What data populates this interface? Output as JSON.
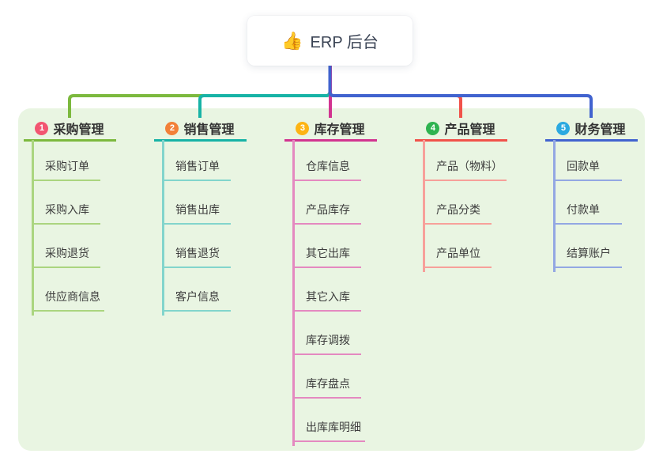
{
  "root": {
    "icon": "👍",
    "label": "ERP 后台"
  },
  "canvas": {
    "bg": "#ffffff",
    "panel_bg": "#e9f5e2",
    "root_text_color": "#3a4354"
  },
  "branches": [
    {
      "num": "1",
      "label": "采购管理",
      "badge_color": "#f25571",
      "color": "#7cb93e",
      "light_color": "#abd57f",
      "children": [
        "采购订单",
        "采购入库",
        "采购退货",
        "供应商信息"
      ]
    },
    {
      "num": "2",
      "label": "销售管理",
      "badge_color": "#f28038",
      "color": "#17b3a6",
      "light_color": "#82d5cc",
      "children": [
        "销售订单",
        "销售出库",
        "销售退货",
        "客户信息"
      ]
    },
    {
      "num": "3",
      "label": "库存管理",
      "badge_color": "#fdb414",
      "color": "#d23490",
      "light_color": "#e489c0",
      "children": [
        "仓库信息",
        "产品库存",
        "其它出库",
        "其它入库",
        "库存调拨",
        "库存盘点",
        "出库库明细"
      ]
    },
    {
      "num": "4",
      "label": "产品管理",
      "badge_color": "#2fb350",
      "color": "#f1524a",
      "light_color": "#f7a09a",
      "children": [
        "产品（物料）",
        "产品分类",
        "产品单位"
      ]
    },
    {
      "num": "5",
      "label": "财务管理",
      "badge_color": "#2ba9e0",
      "color": "#4163cf",
      "light_color": "#93a7e3",
      "children": [
        "回款单",
        "付款单",
        "结算账户"
      ]
    }
  ]
}
